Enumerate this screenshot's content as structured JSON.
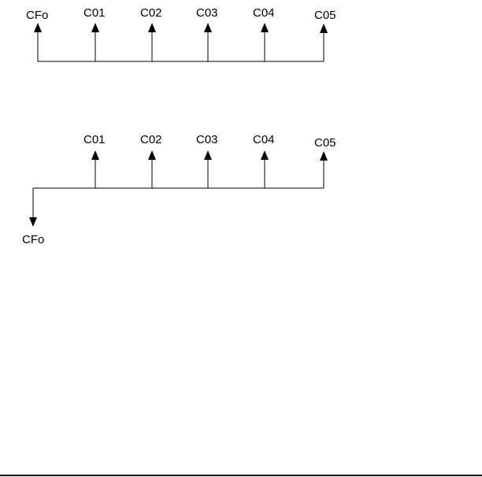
{
  "diagram_1": {
    "initial_label": "CFo",
    "initial_direction": "up",
    "flows": [
      "C01",
      "C02",
      "C03",
      "C04",
      "C05"
    ]
  },
  "diagram_2": {
    "initial_label": "CFo",
    "initial_direction": "down",
    "flows": [
      "C01",
      "C02",
      "C03",
      "C04",
      "C05"
    ]
  },
  "colors": {
    "line": "#000000",
    "background": "#ffffff"
  }
}
